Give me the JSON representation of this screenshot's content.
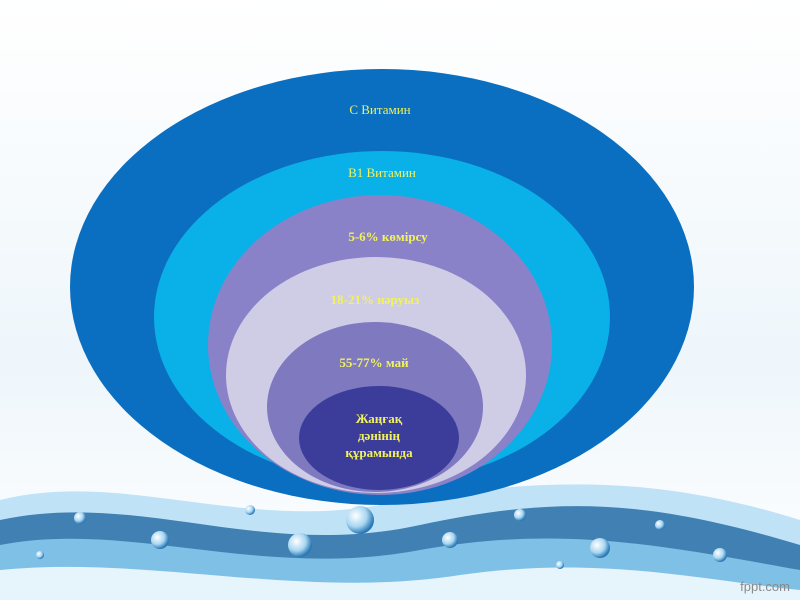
{
  "diagram": {
    "layers": [
      {
        "label": "С Витамин",
        "color": "#0a6fc0"
      },
      {
        "label": "В1 Витамин",
        "color": "#0ab0e8"
      },
      {
        "label": "5-6% көмірсу",
        "color": "#8a82c8"
      },
      {
        "label": "18-21% нәруыз",
        "color": "#cfcde6"
      },
      {
        "label": "55-77% май",
        "color": "#7f79c0"
      },
      {
        "label": "Жаңғақ\nдәнінің\nқұрамында",
        "color": "#3c3c9a"
      }
    ],
    "core_lines": [
      "Жаңғақ",
      "дәнінің",
      "құрамында"
    ]
  },
  "footer": {
    "watermark": "fppt.com"
  },
  "colors": {
    "wave_dark": "#1f6ea8",
    "wave_light": "#9fd0ee",
    "label": "#f2f25a"
  }
}
